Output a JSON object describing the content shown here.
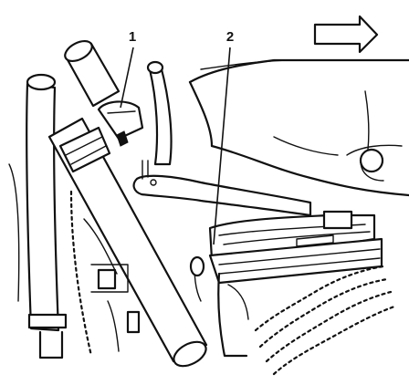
{
  "callouts": [
    {
      "id": "callout-1",
      "text": "1"
    },
    {
      "id": "callout-2",
      "text": "2"
    }
  ],
  "icons": {
    "direction": "arrow-right-icon"
  },
  "colors": {
    "ink": "#111111",
    "paper": "#ffffff"
  }
}
